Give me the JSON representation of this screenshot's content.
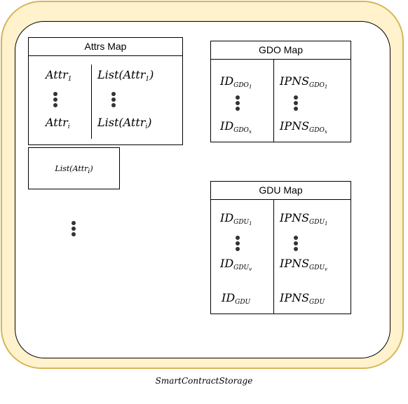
{
  "colors": {
    "outer_fill": "#fff2cc",
    "outer_stroke": "#d6b656",
    "inner_fill": "#ffffff",
    "stroke": "#000000",
    "dots": "#333333"
  },
  "storage_label": {
    "text": "SmartContractStorage"
  },
  "attrs_map": {
    "title": "Attrs Map",
    "rows": [
      {
        "key": {
          "base": "Attr",
          "sub": "1"
        },
        "value": {
          "prefix": "List(Attr",
          "sub": "1",
          "suffix": ")"
        }
      },
      {
        "key": {
          "base": "Attr",
          "sub": "i"
        },
        "value": {
          "prefix": "List(Attr",
          "sub": "i",
          "suffix": ")"
        }
      }
    ]
  },
  "list_box": {
    "prefix": "List(Attr",
    "sub": "i",
    "suffix": ")"
  },
  "gdo_map": {
    "title": "GDO Map",
    "rows": [
      {
        "key": {
          "base": "ID",
          "sub": "GDO",
          "subsub": "1"
        },
        "value": {
          "base": "IPNS",
          "sub": "GDO",
          "subsub": "1"
        }
      },
      {
        "key": {
          "base": "ID",
          "sub": "GDO",
          "subsub": "x"
        },
        "value": {
          "base": "IPNS",
          "sub": "GDO",
          "subsub": "x"
        }
      }
    ]
  },
  "gdu_map": {
    "title": "GDU Map",
    "rows": [
      {
        "key": {
          "base": "ID",
          "sub": "GDU",
          "subsub": "1"
        },
        "value": {
          "base": "IPNS",
          "sub": "GDU",
          "subsub": "1"
        }
      },
      {
        "key": {
          "base": "ID",
          "sub": "GDU",
          "subsub": "v"
        },
        "value": {
          "base": "IPNS",
          "sub": "GDU",
          "subsub": "v"
        }
      },
      {
        "key": {
          "base": "ID",
          "sub": "GDU"
        },
        "value": {
          "base": "IPNS",
          "sub": "GDU"
        }
      }
    ]
  }
}
